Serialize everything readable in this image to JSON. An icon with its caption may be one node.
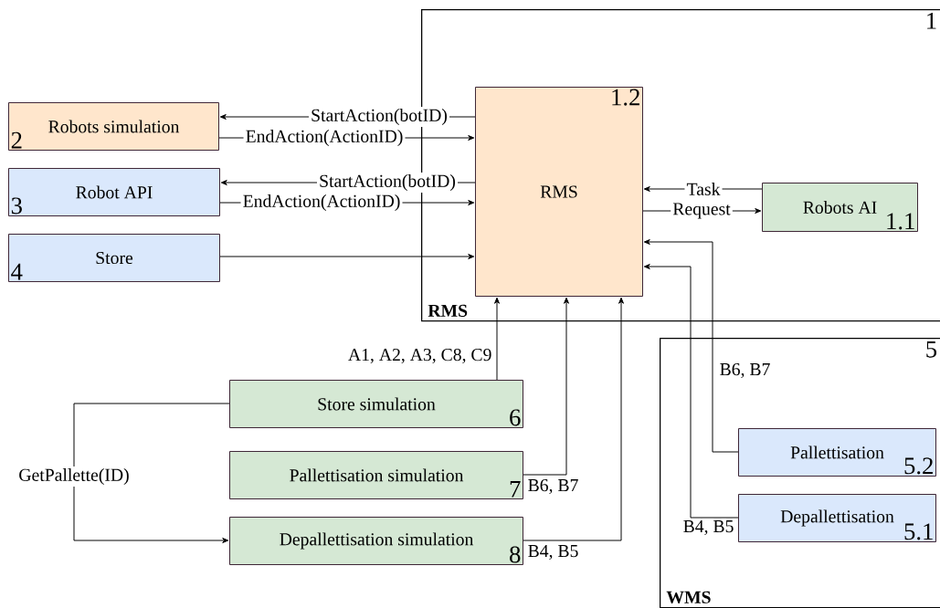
{
  "diagram": {
    "nodes": [
      {
        "text": [
          "RMS",
          "1"
        ]
      },
      {
        "text": [
          "RMS",
          "1.2"
        ],
        "in": 0
      },
      {
        "text": [
          "Robots AI",
          "1.1"
        ],
        "in": 0
      },
      {
        "text": [
          "Robots simulation",
          "2"
        ]
      },
      {
        "text": [
          "Robot API",
          "3"
        ]
      },
      {
        "text": [
          "Store",
          "4"
        ]
      },
      {
        "text": [
          "WMS",
          "5"
        ]
      },
      {
        "text": [
          "Pallettisation",
          "5.2"
        ],
        "in": 6
      },
      {
        "text": [
          "Depallettisation",
          "5.1"
        ],
        "in": 6
      },
      {
        "text": [
          "Store simulation",
          "6"
        ]
      },
      {
        "text": [
          "Pallettisation simulation",
          "7"
        ]
      },
      {
        "text": [
          "Depallettisation simulation",
          "8"
        ]
      }
    ],
    "edges": [
      {
        "from": 1,
        "to": 3,
        "arrow": "to",
        "label": "StartAction(botID)"
      },
      {
        "from": 3,
        "to": 1,
        "arrow": "to",
        "label": "EndAction(ActionID)"
      },
      {
        "from": 1,
        "to": 4,
        "arrow": "to",
        "label": "StartAction(botID)"
      },
      {
        "from": 4,
        "to": 1,
        "arrow": "to",
        "label": "EndAction(ActionID)"
      },
      {
        "from": 5,
        "to": 1,
        "arrow": "to"
      },
      {
        "from": 2,
        "to": 1,
        "arrow": "to",
        "label": "Task"
      },
      {
        "from": 1,
        "to": 2,
        "arrow": "to",
        "label": "Request"
      },
      {
        "from": 7,
        "to": 1,
        "arrow": "to",
        "label": "B6, B7"
      },
      {
        "from": 8,
        "to": 1,
        "arrow": "to",
        "label": "B4, B5"
      },
      {
        "from": 9,
        "to": 1,
        "arrow": "to",
        "label": "A1, A2, A3, C8, C9"
      },
      {
        "from": 10,
        "to": 1,
        "arrow": "to",
        "label": "B6, B7"
      },
      {
        "from": 11,
        "to": 1,
        "arrow": "to",
        "label": "B4, B5"
      },
      {
        "from": 9,
        "to": 11,
        "arrow": "to",
        "label": "GetPallette(ID)"
      }
    ]
  }
}
